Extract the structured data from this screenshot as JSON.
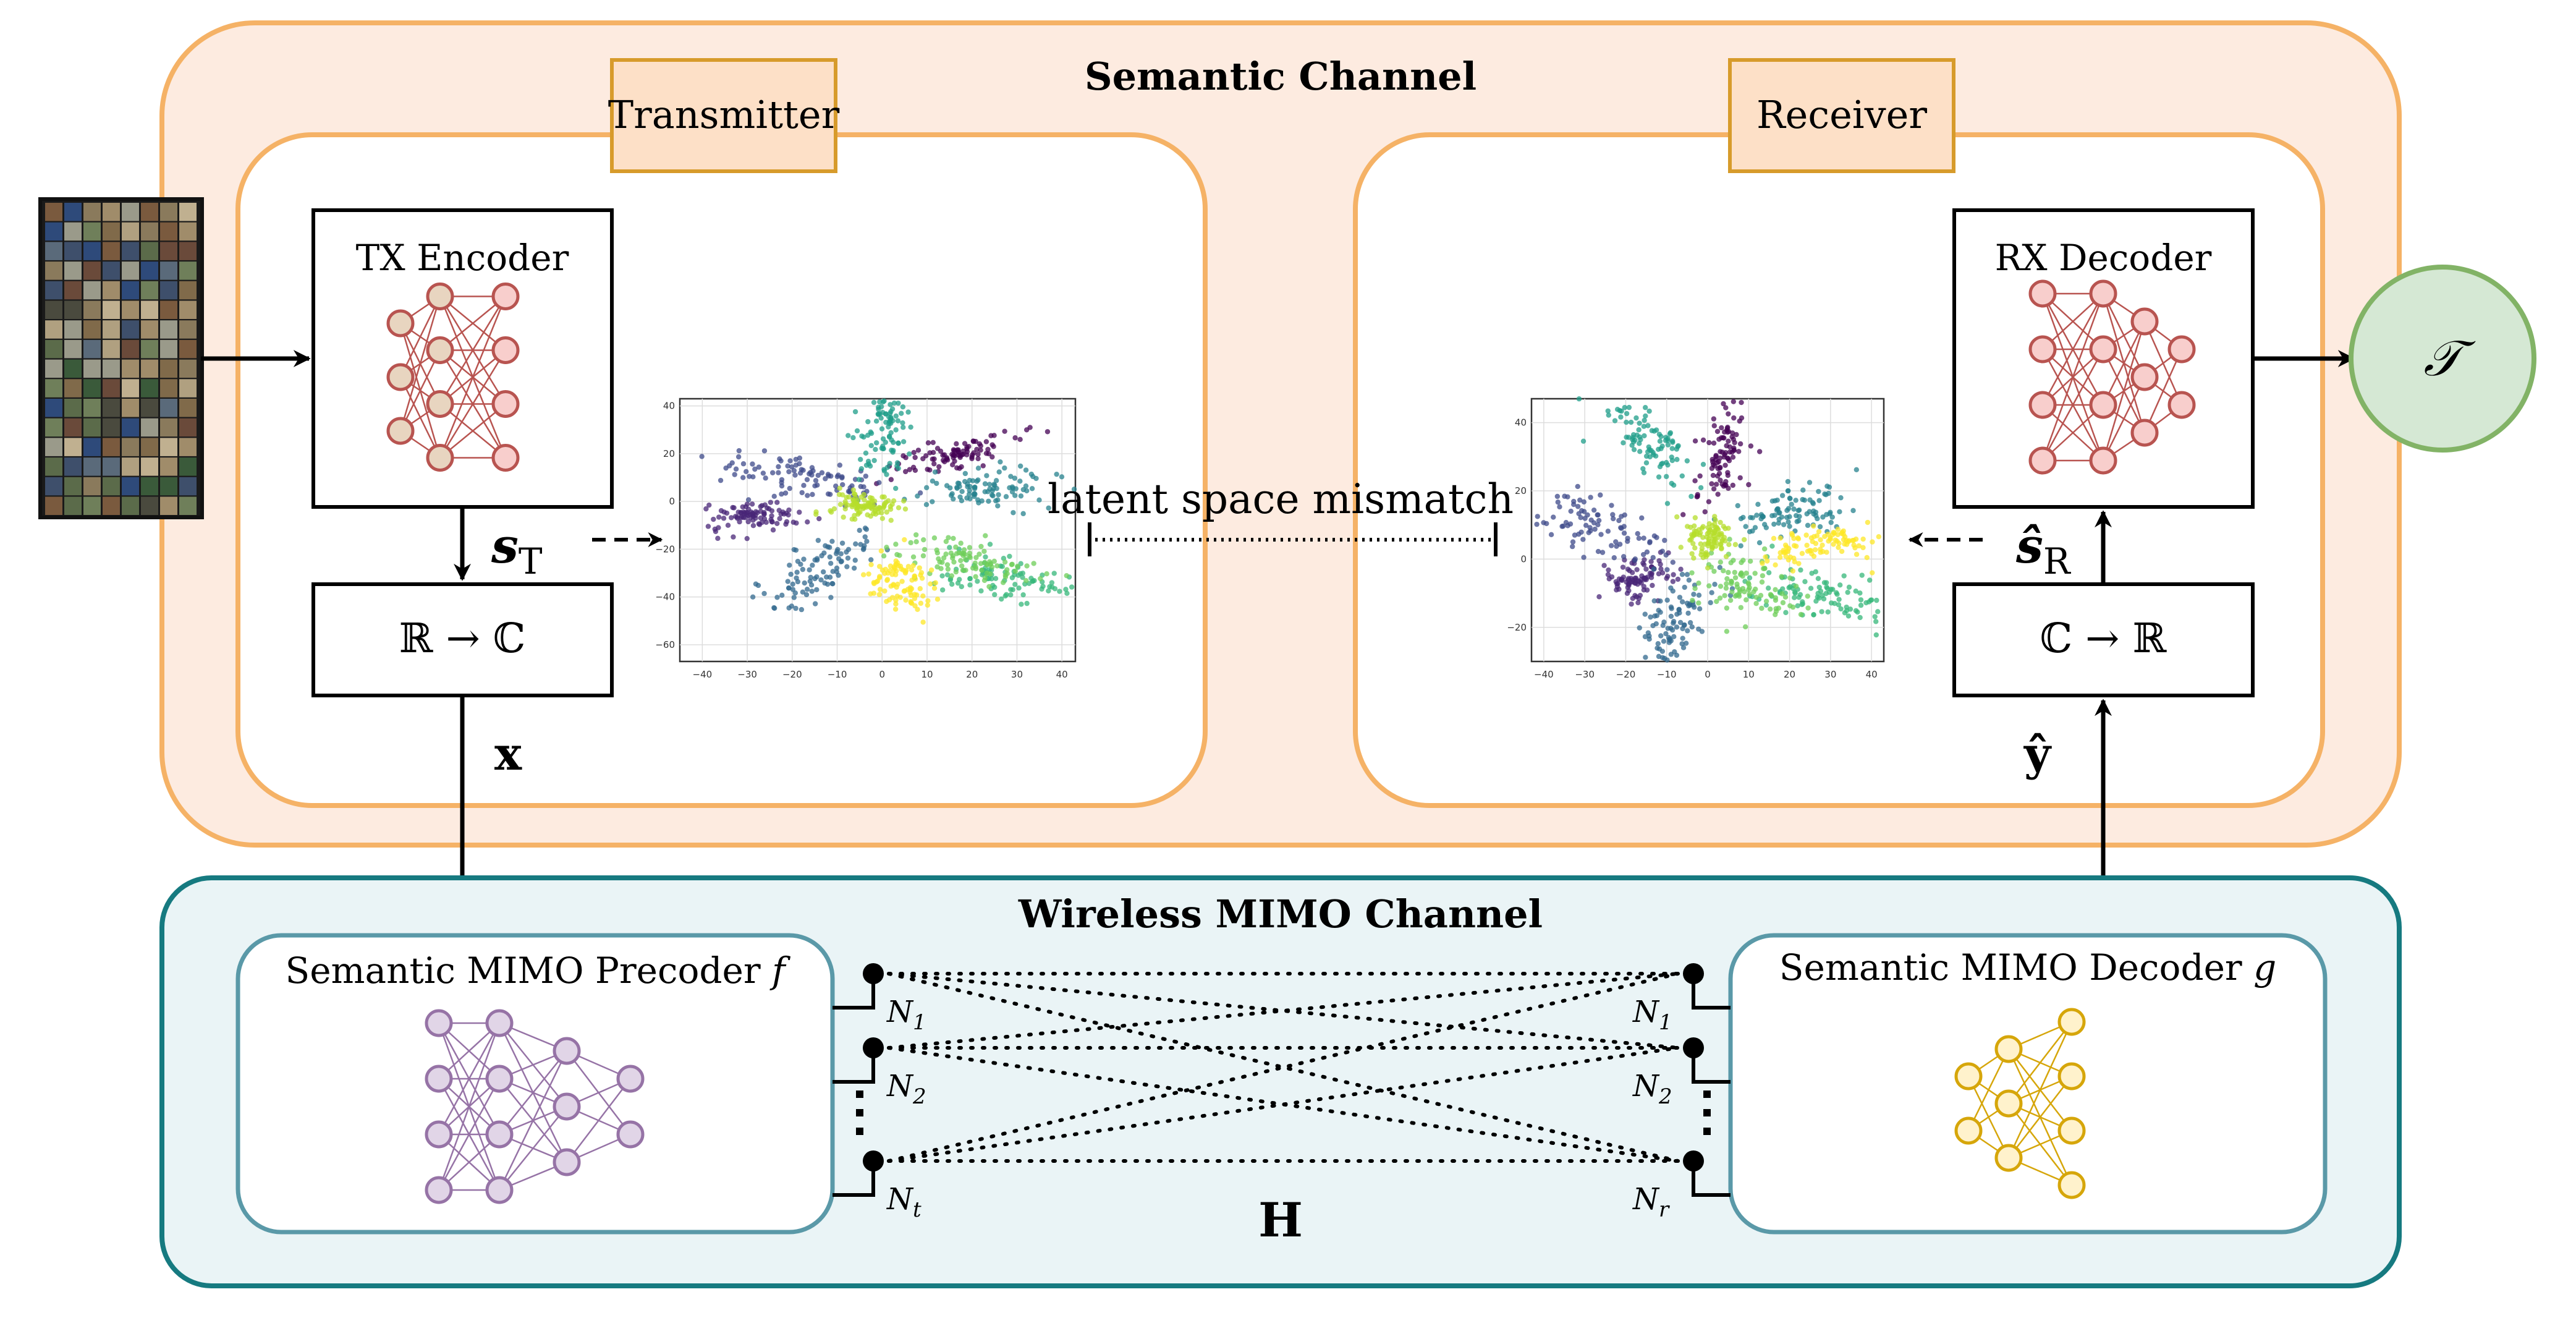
{
  "semantic_channel": {
    "title": "Semantic Channel"
  },
  "transmitter": {
    "label": "Transmitter",
    "encoder_label": "TX Encoder",
    "mapper_label": "ℝ → ℂ",
    "latent_symbol": "s",
    "latent_sub": "T",
    "output_symbol": "x"
  },
  "receiver": {
    "label": "Receiver",
    "decoder_label": "RX Decoder",
    "mapper_label": "ℂ → ℝ",
    "latent_symbol": "ŝ",
    "latent_sub": "R",
    "input_symbol": "ŷ"
  },
  "mismatch_label": "latent space mismatch",
  "task_symbol": "𝒯",
  "mimo": {
    "title": "Wireless MIMO Channel",
    "precoder_label": "Semantic MIMO Precoder",
    "precoder_fn": "f",
    "decoder_label": "Semantic MIMO Decoder",
    "decoder_fn": "g",
    "channel_symbol": "H",
    "tx_antennas": [
      {
        "n": "N",
        "sub": "1"
      },
      {
        "n": "N",
        "sub": "2"
      },
      {
        "n": "N",
        "sub": "t"
      }
    ],
    "rx_antennas": [
      {
        "n": "N",
        "sub": "1"
      },
      {
        "n": "N",
        "sub": "2"
      },
      {
        "n": "N",
        "sub": "r"
      }
    ]
  },
  "plot_left": {
    "x_ticks": [
      "−40",
      "−30",
      "−20",
      "−10",
      "0",
      "10",
      "20",
      "30",
      "40"
    ],
    "y_ticks": [
      "40",
      "20",
      "0",
      "−20",
      "−40",
      "−60"
    ]
  },
  "plot_right": {
    "x_ticks": [
      "−40",
      "−30",
      "−20",
      "−10",
      "0",
      "10",
      "20",
      "30",
      "40"
    ],
    "y_ticks": [
      "40",
      "20",
      "0",
      "−20"
    ]
  },
  "colors": {
    "semantic_fill": "#fdebe0",
    "semantic_stroke": "#f5b266",
    "label_fill": "#fde0c7",
    "label_stroke": "#d79b2b",
    "mimo_fill": "#eaf4f6",
    "mimo_stroke": "#167a80",
    "mimo_inner_stroke": "#5a99a8",
    "task_fill": "#d5e8d4",
    "task_stroke": "#82b366",
    "nn_red": "#b85450",
    "nn_red_fill": "#f8cecc",
    "nn_tx_fill": "#e8d5c0",
    "nn_purple": "#9673a6",
    "nn_purple_fill": "#e1d5e7",
    "nn_yellow": "#d6a60a",
    "nn_yellow_fill": "#fff2cc"
  }
}
